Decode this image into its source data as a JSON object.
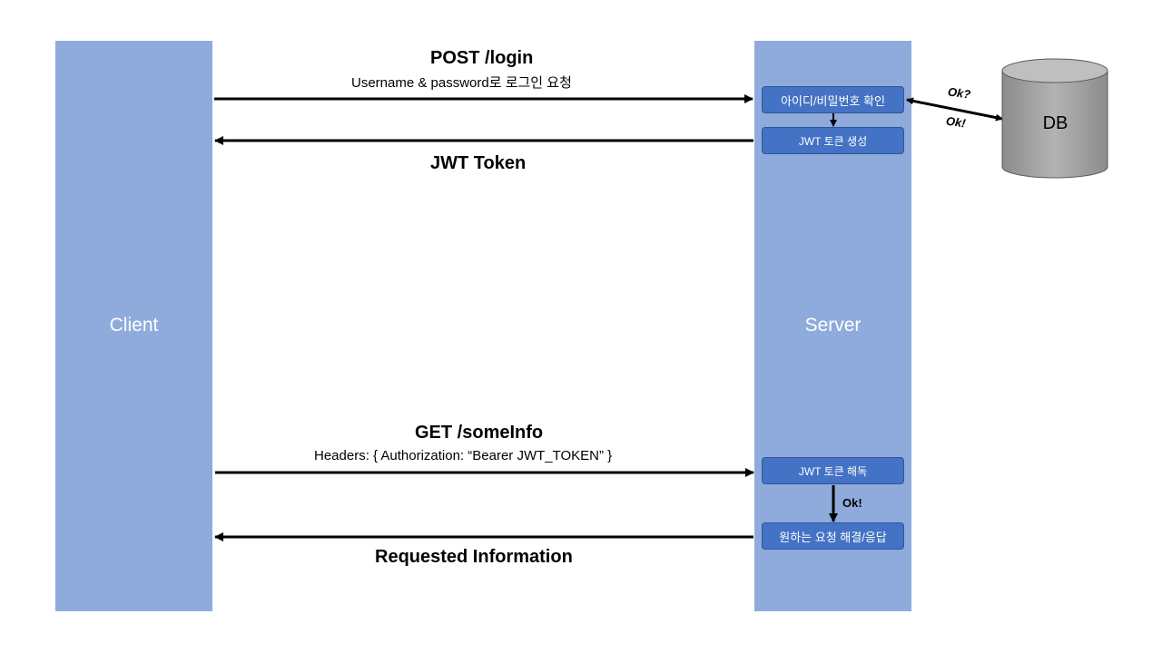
{
  "lanes": {
    "client": "Client",
    "server": "Server"
  },
  "database": {
    "label": "DB",
    "query_label": "Ok?",
    "reply_label": "Ok!"
  },
  "login_request": {
    "title": "POST /login",
    "subtitle": "Username & password로 로그인 요청"
  },
  "token_response": {
    "title": "JWT Token"
  },
  "info_request": {
    "title": "GET /someInfo",
    "subtitle": "Headers: { Authorization: “Bearer JWT_TOKEN” }"
  },
  "info_response": {
    "title": "Requested Information"
  },
  "server_steps": {
    "verify": "아이디/비밀번호 확인",
    "create_token": "JWT 토큰 생성",
    "decode_token": "JWT 토큰 해독",
    "resolve": "원하는 요청 해결/응답"
  },
  "decode_ok_label": "Ok!",
  "colors": {
    "lane": "#8fabdc",
    "step_box": "#4472c4",
    "db_body": "#a6a6a6",
    "arrow": "#000000"
  }
}
